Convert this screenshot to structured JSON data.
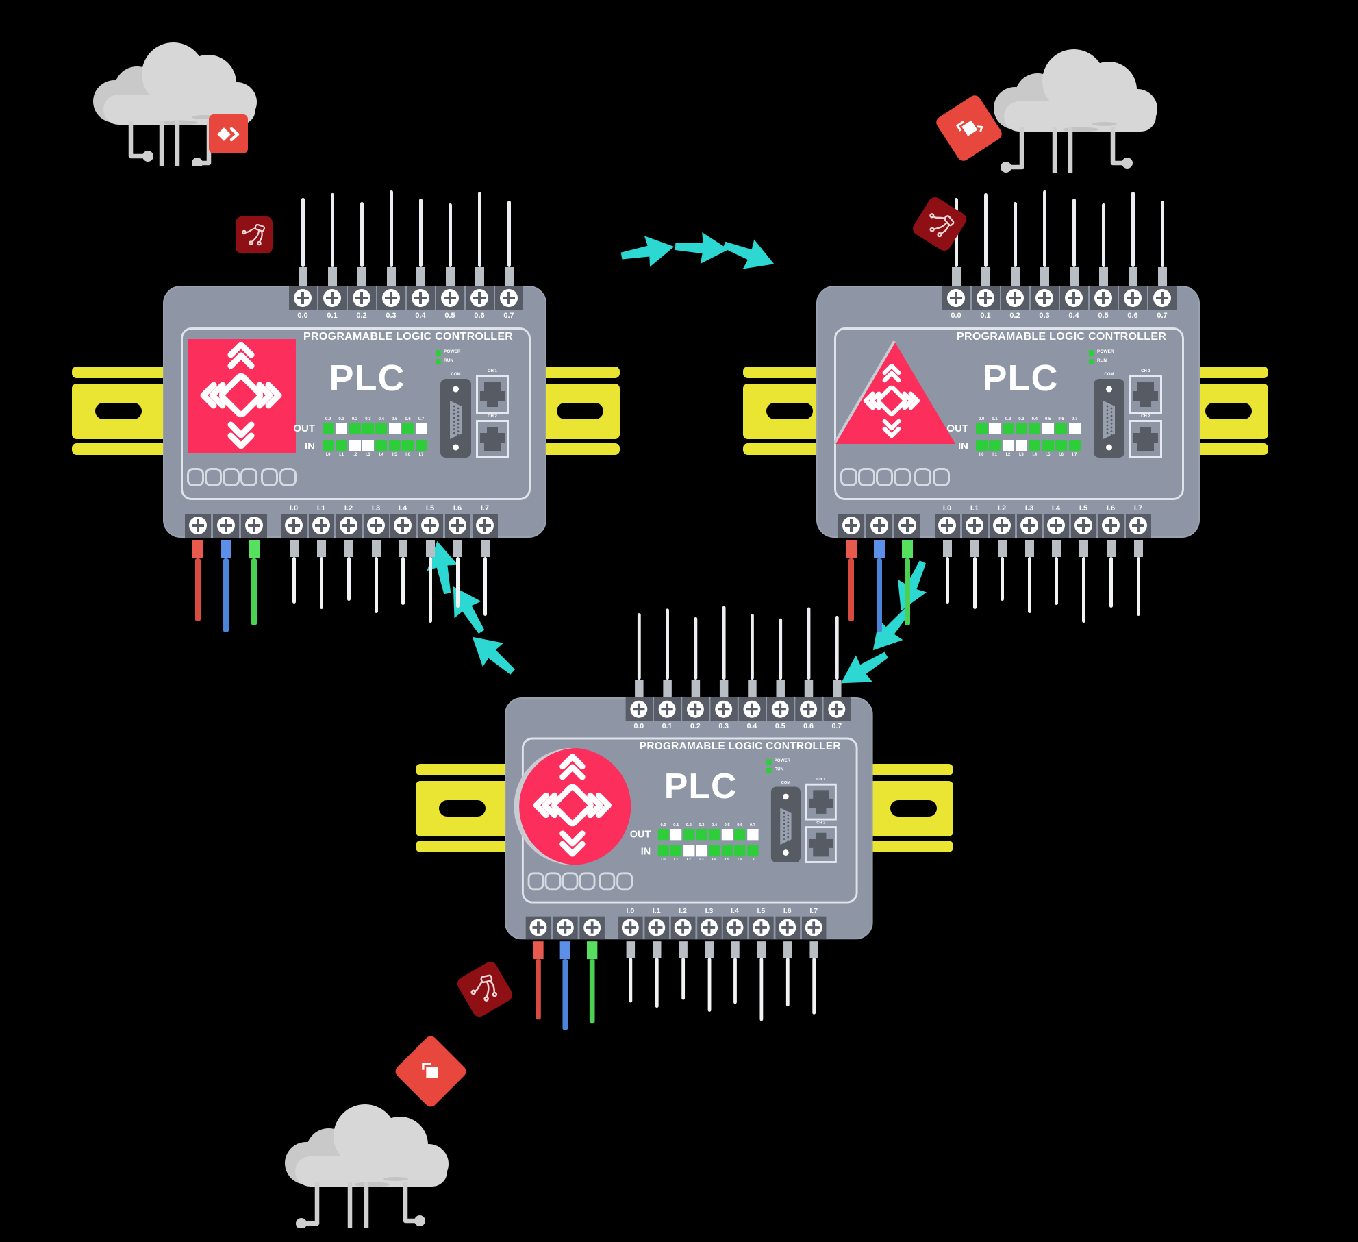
{
  "colors": {
    "background": "#000000",
    "plc_body": "#8e96a5",
    "terminal_block": "#575c66",
    "panel_border": "#dfe3ea",
    "display_pink": "#fb2e5c",
    "led_green": "#2ece3a",
    "led_off": "#ffffff",
    "din_rail_yellow": "#eae432",
    "arrow_cyan": "#2ed8d2",
    "cloud_gray": "#d7d7d7",
    "app_icon_red": "#e8473d",
    "connector_icon_maroon": "#8e1014",
    "wire_red": "#d84b41",
    "wire_blue": "#4c84dc",
    "wire_green": "#4bd053"
  },
  "plc_template": {
    "title": "PROGRAMABLE LOGIC CONTROLLER",
    "model": "PLC",
    "out_label": "OUT",
    "in_label": "IN",
    "power_label": "POWER",
    "run_label": "RUN",
    "com_label": "COM",
    "ch1_label": "CH 1",
    "ch2_label": "CH 2",
    "top_terminals": [
      "0.0",
      "0.1",
      "0.2",
      "0.3",
      "0.4",
      "0.5",
      "0.6",
      "0.7"
    ],
    "bottom_terminals": [
      "I.0",
      "I.1",
      "I.2",
      "I.3",
      "I.4",
      "I.5",
      "I.6",
      "I.7"
    ],
    "out_leds": [
      "green",
      "white",
      "green",
      "green",
      "green",
      "white",
      "green",
      "white"
    ],
    "in_leds": [
      "green",
      "green",
      "white",
      "white",
      "green",
      "green",
      "green",
      "green"
    ],
    "power_wires": [
      "red",
      "blue",
      "green"
    ]
  },
  "plcs": [
    {
      "id": "plc-1",
      "display_shape": "square"
    },
    {
      "id": "plc-2",
      "display_shape": "triangle"
    },
    {
      "id": "plc-3",
      "display_shape": "circle"
    }
  ],
  "flows": [
    {
      "from": "plc-1",
      "to": "plc-2",
      "arrows": 3
    },
    {
      "from": "plc-2",
      "to": "plc-3",
      "arrows": 3
    },
    {
      "from": "plc-3",
      "to": "plc-1",
      "arrows": 3
    }
  ],
  "clouds": [
    {
      "id": "cloud-top-left"
    },
    {
      "id": "cloud-top-right"
    },
    {
      "id": "cloud-bottom-left"
    }
  ],
  "icons": {
    "display_icon": "diamond-arrows-icon",
    "cloud_app_icons": [
      "diamond-chevron-icon",
      "layered-squares-chevron-icon",
      "layered-squares-icon"
    ],
    "connector_icons": [
      "patch-cable-icon",
      "patch-cable-icon",
      "patch-cable-icon"
    ]
  }
}
